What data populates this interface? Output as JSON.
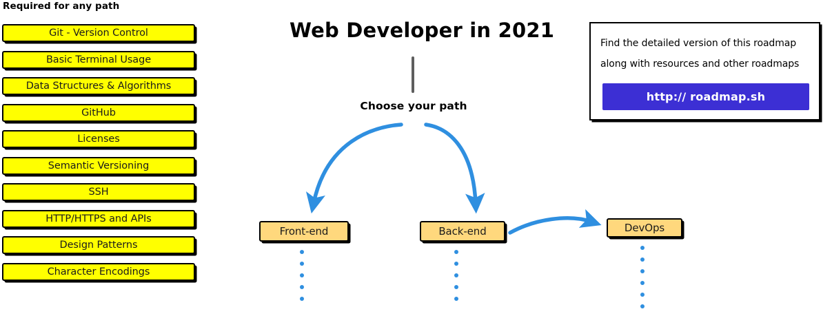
{
  "required_section": {
    "heading": "Required for any path",
    "items": [
      {
        "label": "Git - Version Control"
      },
      {
        "label": "Basic Terminal Usage"
      },
      {
        "label": "Data Structures & Algorithms"
      },
      {
        "label": "GitHub"
      },
      {
        "label": "Licenses"
      },
      {
        "label": "Semantic Versioning"
      },
      {
        "label": "SSH"
      },
      {
        "label": "HTTP/HTTPS and APIs"
      },
      {
        "label": "Design Patterns"
      },
      {
        "label": "Character Encodings"
      }
    ]
  },
  "center": {
    "title": "Web Developer in 2021",
    "choose_path_label": "Choose your path",
    "stem_icon": "vertical-connector-line"
  },
  "paths": [
    {
      "label": "Front-end",
      "trail_dots": 5
    },
    {
      "label": "Back-end",
      "trail_dots": 5
    },
    {
      "label": "DevOps",
      "trail_dots": 6
    }
  ],
  "info_box": {
    "line1": "Find the detailed version of this roadmap",
    "line2": "along with resources and other roadmaps",
    "button_label": "http:// roadmap.sh"
  },
  "arrows": [
    {
      "name": "arrow-to-frontend",
      "from": "choose-your-path",
      "to": "Front-end"
    },
    {
      "name": "arrow-to-backend",
      "from": "choose-your-path",
      "to": "Back-end"
    },
    {
      "name": "arrow-backend-to-devops",
      "from": "Back-end",
      "to": "DevOps"
    }
  ],
  "colors": {
    "required_box_fill": "#ffff00",
    "path_box_fill": "#ffd87d",
    "arrow_blue": "#2f8fe0",
    "dot_blue": "#2f8fe0",
    "button_purple": "#3c2fd4",
    "stem_grey": "#5e5e5e",
    "outline_black": "#000000"
  }
}
